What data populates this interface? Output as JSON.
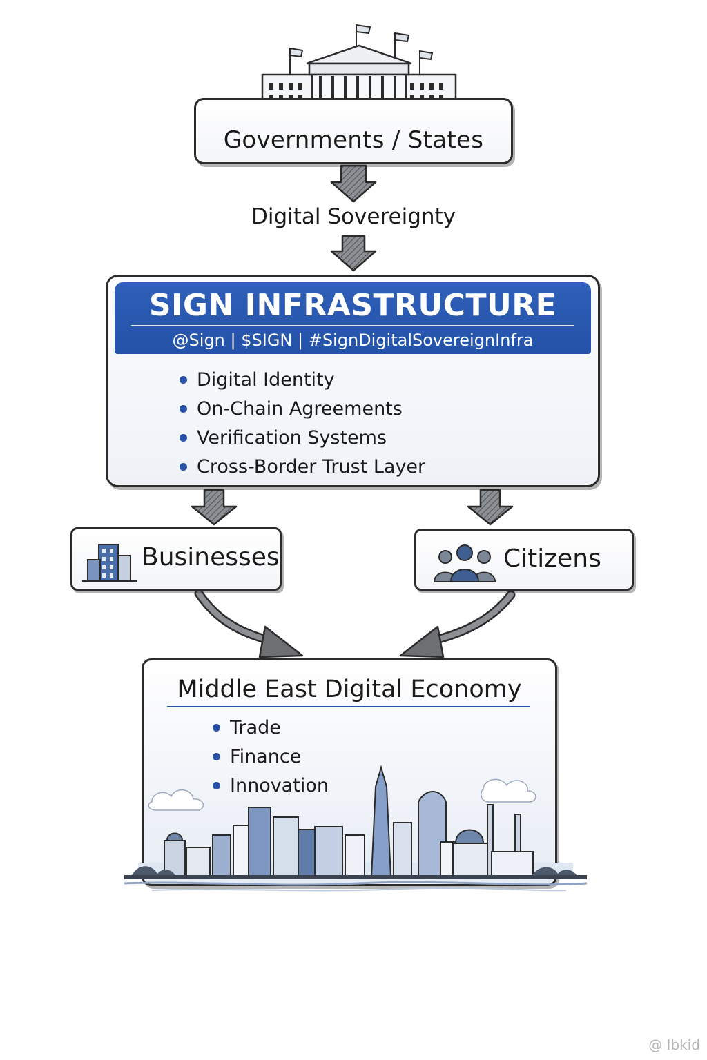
{
  "nodes": {
    "governments": "Governments / States",
    "sovereignty": "Digital Sovereignty",
    "sign_infrastructure": {
      "title": "SIGN INFRASTRUCTURE",
      "tags": "@Sign | $SIGN | #SignDigitalSovereignInfra",
      "items": [
        "Digital Identity",
        "On-Chain Agreements",
        "Verification Systems",
        "Cross-Border Trust Layer"
      ]
    },
    "businesses": "Businesses",
    "citizens": "Citizens",
    "middle_east": {
      "title": "Middle East Digital Economy",
      "items": [
        "Trade",
        "Finance",
        "Innovation"
      ]
    }
  },
  "watermark": "@ Ibkid",
  "colors": {
    "accent_blue": "#2a53a8",
    "header_blue": "#2f5fb8",
    "outline": "#2b2b2b",
    "arrow_gray": "#6d6f73"
  },
  "icons": [
    "capitol-building-icon",
    "office-building-icon",
    "people-group-icon",
    "city-skyline-illustration"
  ]
}
